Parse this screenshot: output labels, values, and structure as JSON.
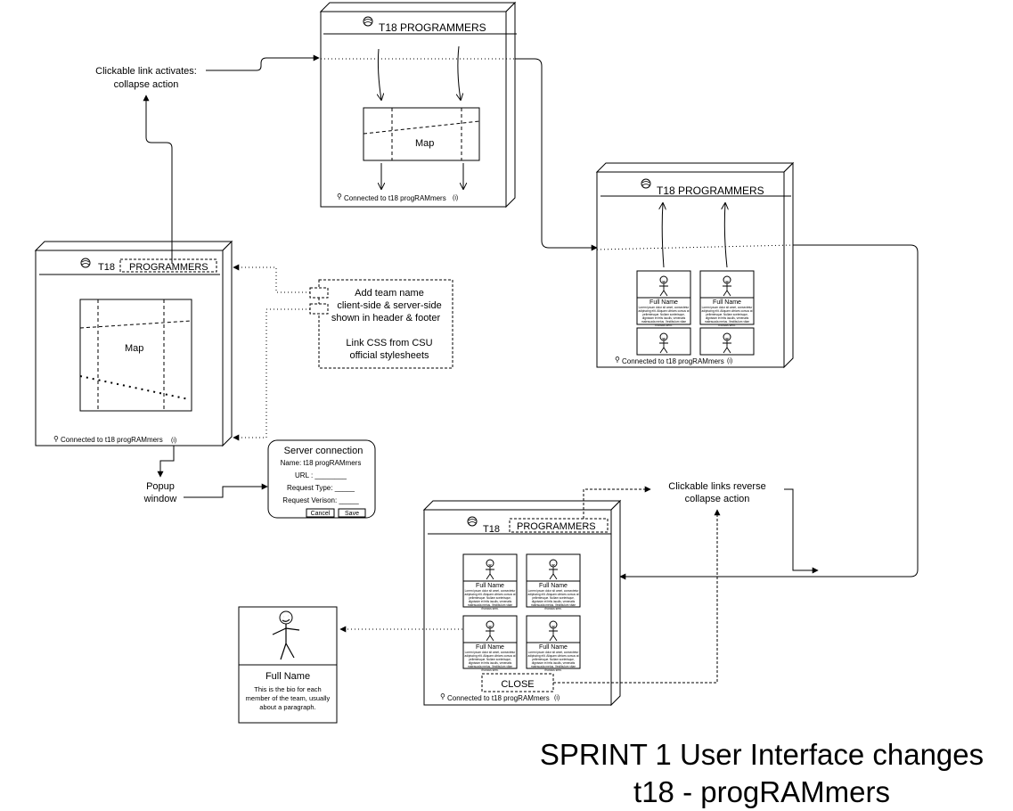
{
  "team_label": "T18",
  "header_title": "PROGRAMMERS",
  "header_full": "T18 PROGRAMMERS",
  "footer_text": "Connected to t18 progRAMmers",
  "footer_info": "(i)",
  "map_label": "Map",
  "card_name": "Full Name",
  "card_lorem": [
    "Lorem ipsum dolor sit amet, consectetur",
    "adipiscing elit. Aliquam ultrices cursus at",
    "pellentesque. Nullam scelerisque,",
    "dignissim et felis iaculis, venenatis",
    "malesuada metus. Vestibulum vitae",
    "rhoncus sem."
  ],
  "annotations": {
    "collapse": [
      "Clickable link activates:",
      "collapse action"
    ],
    "team_name": [
      "Add team name",
      "client-side & server-side",
      "shown in header & footer"
    ],
    "css": [
      "Link CSS from CSU",
      "official stylesheets"
    ],
    "popup": [
      "Popup",
      "window"
    ],
    "reverse": [
      "Clickable links reverse",
      "collapse action"
    ]
  },
  "server_popup": {
    "title": "Server connection",
    "name": "Name: t18 progRAMmers",
    "url": "URL : ________",
    "request_type": "Request Type: _____",
    "request_version": "Request Verison: _____",
    "cancel": "Cancel",
    "save": "Save"
  },
  "close_label": "CLOSE",
  "bio_card": {
    "name": "Full Name",
    "bio": [
      "This is the bio for each",
      "member of the team, usually",
      "about a paragraph."
    ]
  },
  "footer_title": [
    "SPRINT 1 User Interface changes",
    "t18 - progRAMmers"
  ]
}
